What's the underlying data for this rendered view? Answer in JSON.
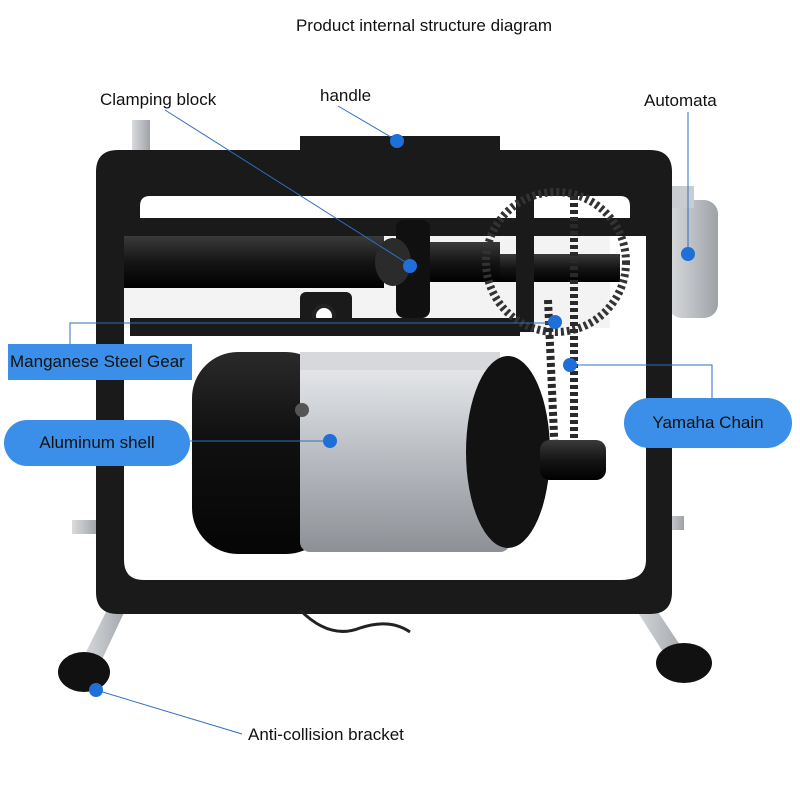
{
  "title": "Product internal structure diagram",
  "labels": {
    "clamping_block": "Clamping block",
    "handle": "handle",
    "automata": "Automata",
    "manganese_steel_gear": "Manganese Steel Gear",
    "aluminum_shell": "Aluminum shell",
    "yamaha_chain": "Yamaha Chain",
    "anti_collision_bracket": "Anti-collision bracket"
  },
  "colors": {
    "accent": "#3b8fe8",
    "marker": "#1f6fd8",
    "frame": "#1a1a1a",
    "motor_shell": "#c9ccd0"
  }
}
